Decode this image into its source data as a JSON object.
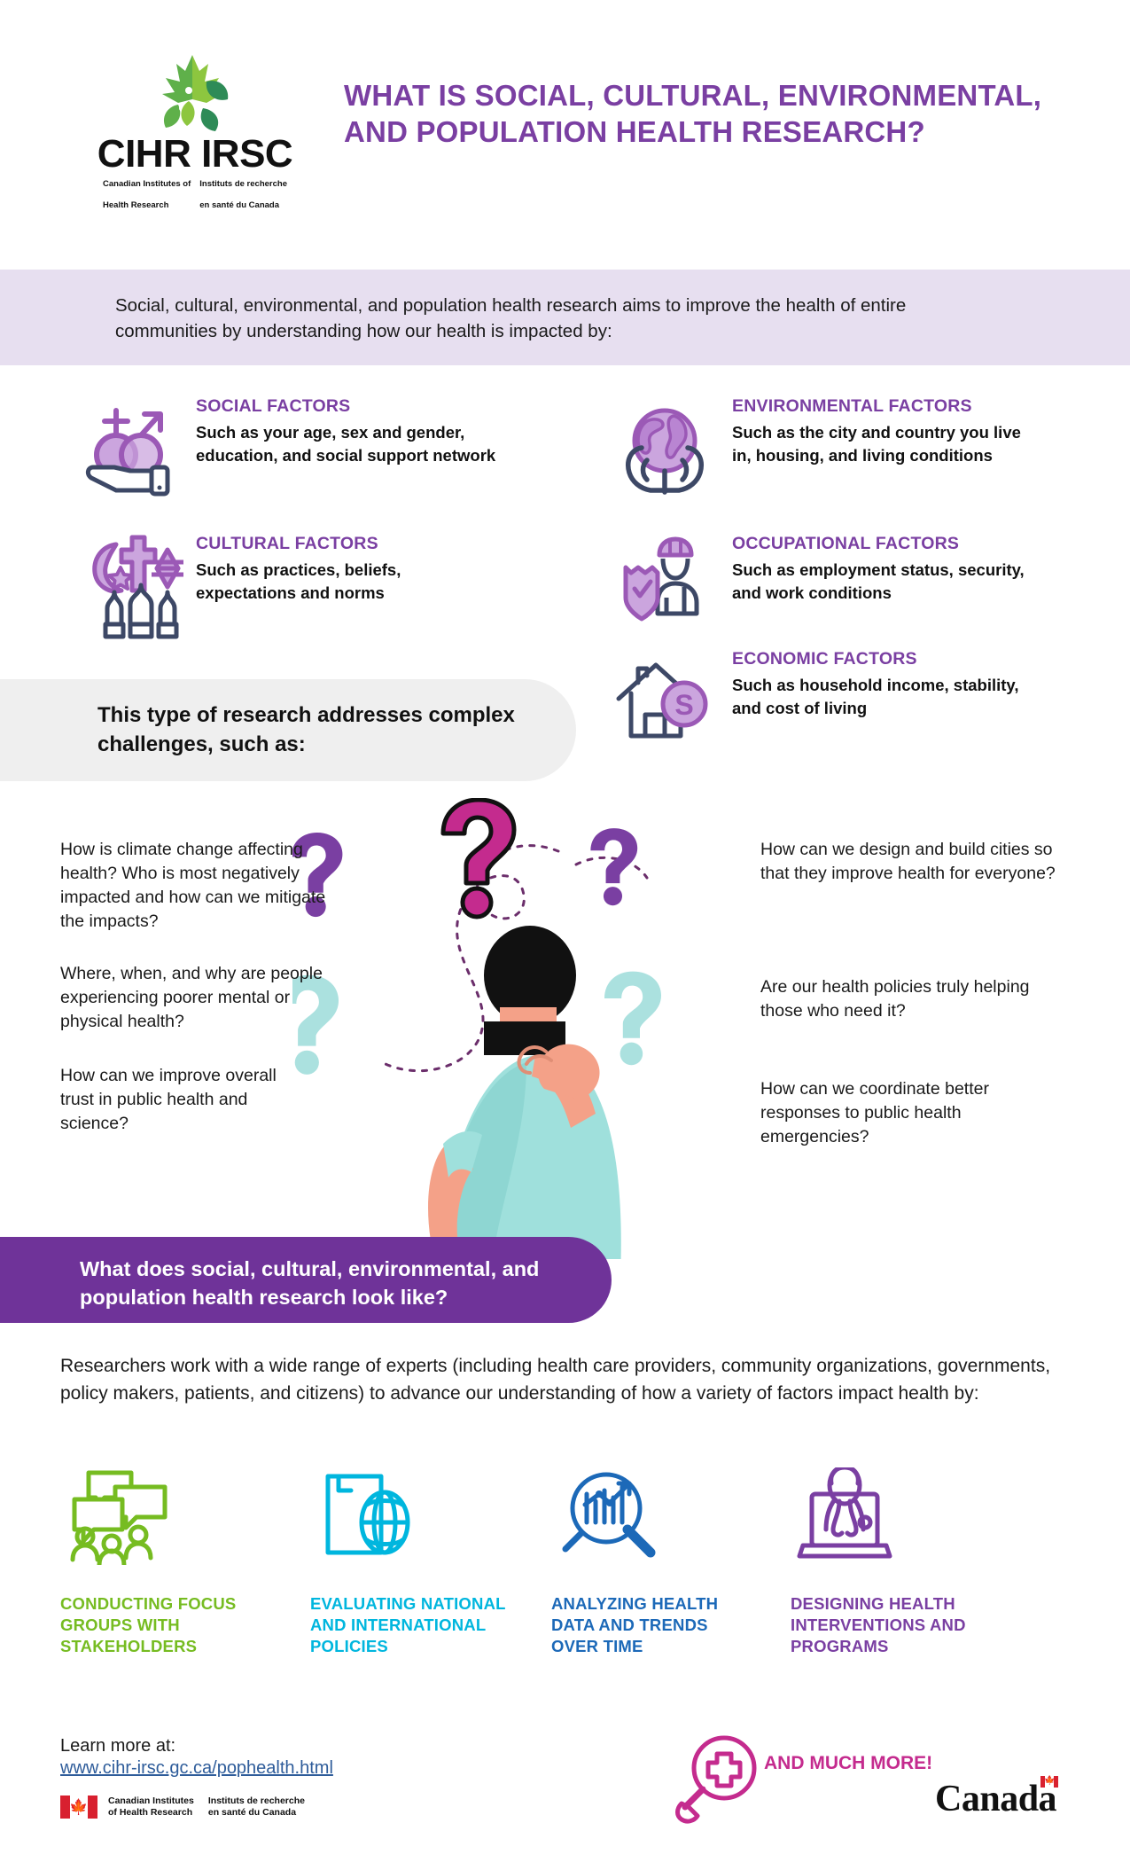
{
  "header": {
    "logo": {
      "wordmark": "CIHR IRSC",
      "sub_en_line1": "Canadian Institutes of",
      "sub_en_line2": "Health Research",
      "sub_fr_line1": "Instituts de recherche",
      "sub_fr_line2": "en santé du Canada",
      "leaf_icon": "maple-leaf-icon"
    },
    "title": "WHAT IS SOCIAL, CULTURAL, ENVIRONMENTAL, AND POPULATION HEALTH RESEARCH?"
  },
  "intro": {
    "text": "Social, cultural, environmental, and population health research aims to improve the health of entire communities by understanding how our health is impacted by:"
  },
  "factors": [
    {
      "icon": "gender-symbols-in-hand-icon",
      "heading": "SOCIAL FACTORS",
      "body": "Such as your age, sex and gender, education, and social support network"
    },
    {
      "icon": "religious-symbols-icon",
      "heading": "CULTURAL FACTORS",
      "body": "Such as practices, beliefs, expectations and norms"
    },
    {
      "icon": "globe-in-hands-icon",
      "heading": "ENVIRONMENTAL FACTORS",
      "body": "Such as the city and country you live in, housing, and living conditions"
    },
    {
      "icon": "worker-shield-icon",
      "heading": "OCCUPATIONAL FACTORS",
      "body": "Such as employment status, security, and work conditions"
    },
    {
      "icon": "house-dollar-icon",
      "heading": "ECONOMIC FACTORS",
      "body": "Such as household income, stability, and cost of living"
    }
  ],
  "challenges": {
    "callout": "This type of research addresses complex challenges, such as:",
    "questions_left": [
      "How is climate change affecting health? Who is most negatively impacted and how can we mitigate the impacts?",
      "Where, when, and why are people experiencing poorer mental or physical health?",
      "How can we improve overall trust in public health and science?"
    ],
    "questions_right": [
      "How can we design and build cities so that they improve health for everyone?",
      "Are our health policies truly helping those who need it?",
      "How can we coordinate better responses to public health emergencies?"
    ],
    "illustration": "confused-person-icon"
  },
  "what_it_looks_like": {
    "banner": "What does social, cultural, environmental, and population health research look like?",
    "paragraph": "Researchers work with a wide range of experts (including health care providers, community organizations, governments, policy makers, patients, and citizens) to advance our understanding of how a variety of factors impact health by:"
  },
  "activities": [
    {
      "icon": "speech-bubbles-people-icon",
      "label": "CONDUCTING FOCUS GROUPS WITH STAKEHOLDERS",
      "color": "#76BC21"
    },
    {
      "icon": "document-globe-icon",
      "label": "EVALUATING NATIONAL AND INTERNATIONAL POLICIES",
      "color": "#00B6DE"
    },
    {
      "icon": "magnifier-chart-icon",
      "label": "ANALYZING HEALTH DATA AND TRENDS OVER TIME",
      "color": "#1C69B8"
    },
    {
      "icon": "laptop-doctor-icon",
      "label": "DESIGNING HEALTH INTERVENTIONS AND PROGRAMS",
      "color": "#7A3FA2"
    }
  ],
  "footer": {
    "learn_more_label": "Learn more at:",
    "url": "www.cihr-irsc.gc.ca/pophealth.html",
    "wordmark_en_line1": "Canadian Institutes",
    "wordmark_en_line2": "of Health Research",
    "wordmark_fr_line1": "Instituts de recherche",
    "wordmark_fr_line2": "en santé du Canada",
    "and_much_more": "AND MUCH MORE!",
    "and_much_more_icon": "magnifier-medical-cross-icon",
    "canada_wordmark": "Canada",
    "flag_icon": "canada-flag-icon"
  },
  "colors": {
    "title_purple": "#7A3FA2",
    "banner_purple": "#6F3399",
    "lavender_band": "#E7DFF0",
    "grey_box": "#EFEFEF",
    "icon_navy": "#3D4866",
    "icon_purple": "#9B59B6",
    "icon_lilac": "#C9A8DC",
    "magenta": "#C42B8E",
    "teal": "#A8E0DF",
    "link_blue": "#2E5C9A"
  }
}
